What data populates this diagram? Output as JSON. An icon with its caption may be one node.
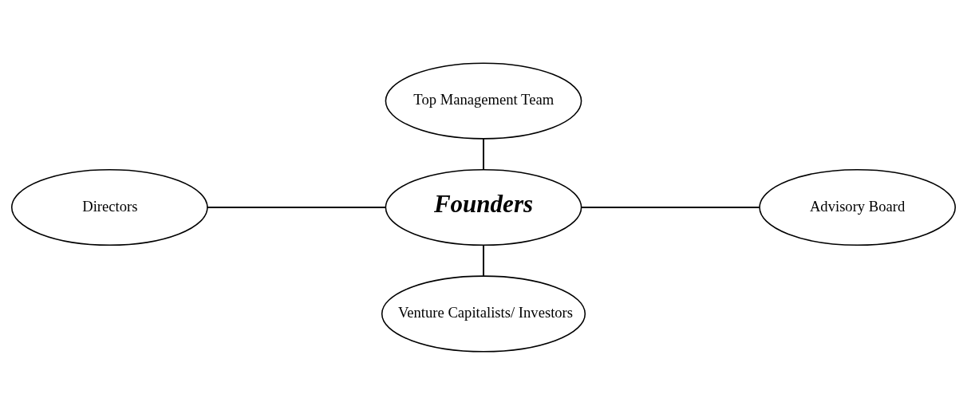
{
  "diagram": {
    "nodes": [
      {
        "text": [
          "Top Management Team"
        ]
      },
      {
        "text": [
          "Directors"
        ]
      },
      {
        "text": [
          "Founders"
        ]
      },
      {
        "text": [
          "Advisory Board"
        ]
      },
      {
        "text": [
          "Venture Capitalists/ Investors"
        ]
      }
    ],
    "edges": [
      {
        "from": 0,
        "to": 2,
        "arrow": "none"
      },
      {
        "from": 1,
        "to": 2,
        "arrow": "none"
      },
      {
        "from": 2,
        "to": 3,
        "arrow": "none"
      },
      {
        "from": 2,
        "to": 4,
        "arrow": "none"
      }
    ]
  }
}
